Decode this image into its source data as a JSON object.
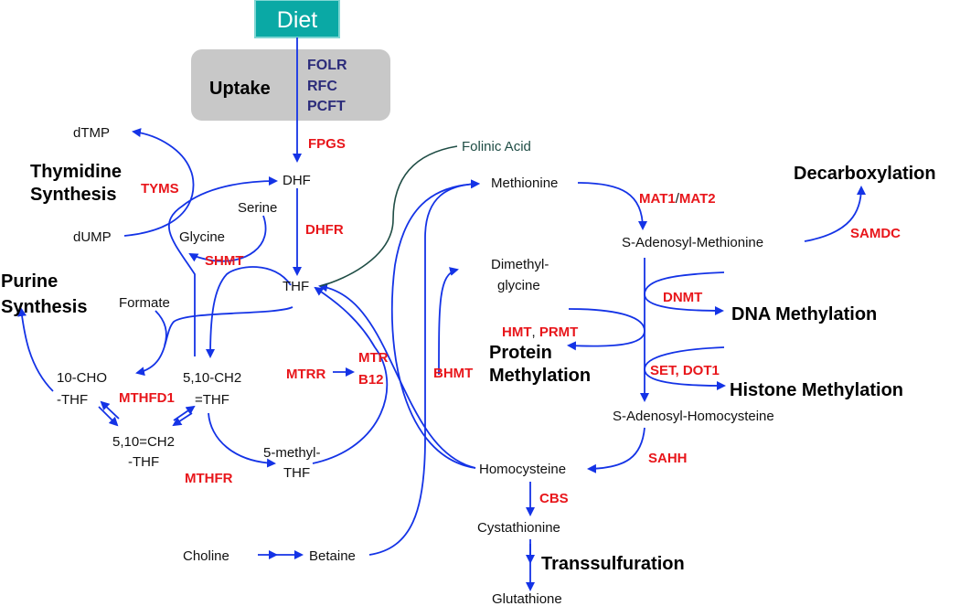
{
  "diet": "Diet",
  "uptake": {
    "title": "Uptake",
    "transporters": [
      "FOLR",
      "RFC",
      "PCFT"
    ]
  },
  "metabolites": {
    "dtmp": "dTMP",
    "dump": "dUMP",
    "dhf": "DHF",
    "serine": "Serine",
    "glycine": "Glycine",
    "thf": "THF",
    "formate": "Formate",
    "cho_thf_1": "10-CHO",
    "cho_thf_2": "-THF",
    "ch2_thf_1": "5,10-CH2",
    "ch2_thf_2": "=THF",
    "ch_thf_1": "5,10=CH2",
    "ch_thf_2": "-THF",
    "methyl_thf_1": "5-methyl-",
    "methyl_thf_2": "THF",
    "folinic_acid": "Folinic Acid",
    "methionine": "Methionine",
    "dimethylglycine_1": "Dimethyl-",
    "dimethylglycine_2": "glycine",
    "sam": "S-Adenosyl-Methionine",
    "sah": "S-Adenosyl-Homocysteine",
    "homocysteine": "Homocysteine",
    "cystathionine": "Cystathionine",
    "glutathione": "Glutathione",
    "choline": "Choline",
    "betaine": "Betaine"
  },
  "enzymes": {
    "fpgs": "FPGS",
    "tyms": "TYMS",
    "dhfr": "DHFR",
    "shmt": "SHMT",
    "mthfd1": "MTHFD1",
    "mtrr": "MTRR",
    "mtr": "MTR",
    "b12": "B12",
    "mthfr": "MTHFR",
    "bhmt": "BHMT",
    "mat1": "MAT1",
    "slash": "/",
    "mat2": "MAT2",
    "samdc": "SAMDC",
    "dnmt": "DNMT",
    "hmt": "HMT",
    "comma": ", ",
    "prmt": "PRMT",
    "set_dot1": "SET, DOT1",
    "sahh": "SAHH",
    "cbs": "CBS"
  },
  "processes": {
    "thymidine_1": "Thymidine",
    "thymidine_2": "Synthesis",
    "purine_1": "Purine",
    "purine_2": "Synthesis",
    "decarboxylation": "Decarboxylation",
    "dna_methylation": "DNA  Methylation",
    "protein_1": "Protein",
    "protein_2": "Methylation",
    "histone_methylation": "Histone Methylation",
    "transsulfuration": "Transsulfuration"
  },
  "colors": {
    "arrow": "#1433e6",
    "enzyme": "#e8161b",
    "diet_box": "#0aa9a5",
    "uptake_box": "#c8c8c8",
    "transporter": "#2b2b7a",
    "folinic": "#1f4d45"
  }
}
